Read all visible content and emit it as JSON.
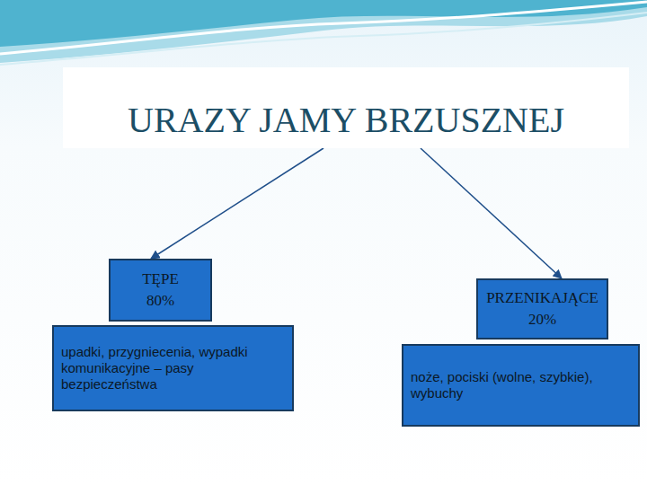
{
  "diagram": {
    "nodes": [
      {
        "text": [
          "URAZY JAMY BRZUSZNEJ"
        ]
      },
      {
        "text": [
          "TĘPE",
          "80%"
        ]
      },
      {
        "text": [
          "upadki, przygniecenia, wypadki komunikacyjne – pasy bezpieczeństwa"
        ]
      },
      {
        "text": [
          "PRZENIKAJĄCE",
          "20%"
        ]
      },
      {
        "text": [
          "noże, pociski (wolne, szybkie), wybuchy"
        ]
      }
    ],
    "edges": [
      {
        "from": 0,
        "to": 1,
        "arrow": "to"
      },
      {
        "from": 0,
        "to": 3,
        "arrow": "to"
      }
    ]
  }
}
